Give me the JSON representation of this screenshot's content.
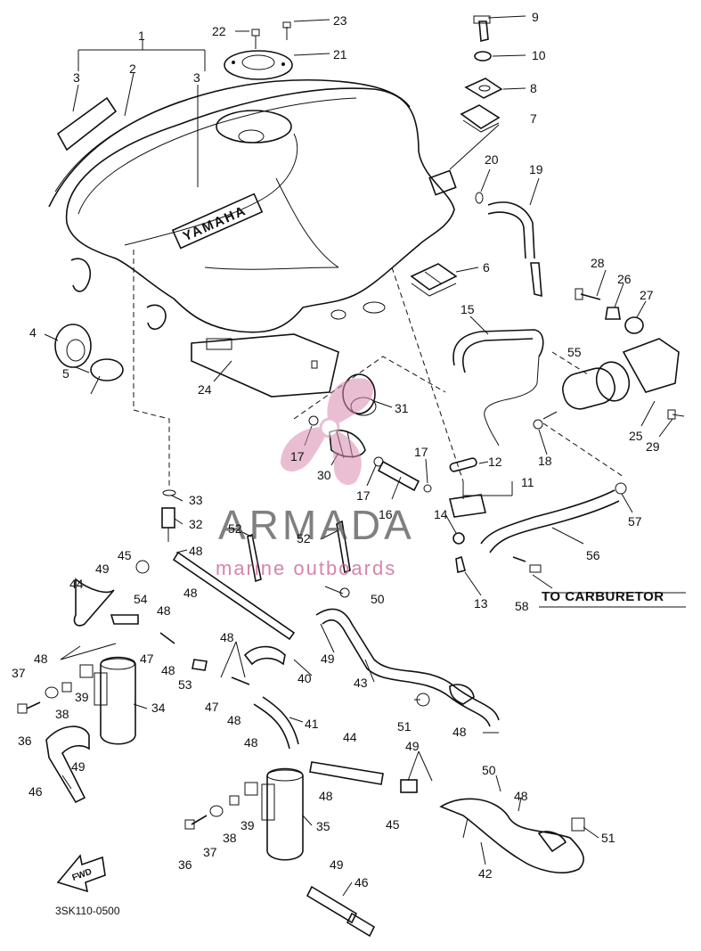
{
  "callouts": [
    {
      "id": "n1",
      "text": "1"
    },
    {
      "id": "n2",
      "text": "2"
    },
    {
      "id": "n3a",
      "text": "3"
    },
    {
      "id": "n3b",
      "text": "3"
    },
    {
      "id": "n4",
      "text": "4"
    },
    {
      "id": "n5",
      "text": "5"
    },
    {
      "id": "n6",
      "text": "6"
    },
    {
      "id": "n7",
      "text": "7"
    },
    {
      "id": "n8",
      "text": "8"
    },
    {
      "id": "n9",
      "text": "9"
    },
    {
      "id": "n10",
      "text": "10"
    },
    {
      "id": "n11",
      "text": "11"
    },
    {
      "id": "n12",
      "text": "12"
    },
    {
      "id": "n13",
      "text": "13"
    },
    {
      "id": "n14",
      "text": "14"
    },
    {
      "id": "n15",
      "text": "15"
    },
    {
      "id": "n16",
      "text": "16"
    },
    {
      "id": "n17a",
      "text": "17"
    },
    {
      "id": "n17b",
      "text": "17"
    },
    {
      "id": "n17c",
      "text": "17"
    },
    {
      "id": "n18",
      "text": "18"
    },
    {
      "id": "n19",
      "text": "19"
    },
    {
      "id": "n20",
      "text": "20"
    },
    {
      "id": "n21",
      "text": "21"
    },
    {
      "id": "n22",
      "text": "22"
    },
    {
      "id": "n23",
      "text": "23"
    },
    {
      "id": "n24",
      "text": "24"
    },
    {
      "id": "n25",
      "text": "25"
    },
    {
      "id": "n26",
      "text": "26"
    },
    {
      "id": "n27",
      "text": "27"
    },
    {
      "id": "n28",
      "text": "28"
    },
    {
      "id": "n29",
      "text": "29"
    },
    {
      "id": "n30",
      "text": "30"
    },
    {
      "id": "n31",
      "text": "31"
    },
    {
      "id": "n32",
      "text": "32"
    },
    {
      "id": "n33",
      "text": "33"
    },
    {
      "id": "n34",
      "text": "34"
    },
    {
      "id": "n35",
      "text": "35"
    },
    {
      "id": "n36a",
      "text": "36"
    },
    {
      "id": "n36b",
      "text": "36"
    },
    {
      "id": "n37a",
      "text": "37"
    },
    {
      "id": "n37b",
      "text": "37"
    },
    {
      "id": "n38a",
      "text": "38"
    },
    {
      "id": "n38b",
      "text": "38"
    },
    {
      "id": "n39a",
      "text": "39"
    },
    {
      "id": "n39b",
      "text": "39"
    },
    {
      "id": "n40",
      "text": "40"
    },
    {
      "id": "n41",
      "text": "41"
    },
    {
      "id": "n42",
      "text": "42"
    },
    {
      "id": "n43",
      "text": "43"
    },
    {
      "id": "n44a",
      "text": "44"
    },
    {
      "id": "n44b",
      "text": "44"
    },
    {
      "id": "n45a",
      "text": "45"
    },
    {
      "id": "n45b",
      "text": "45"
    },
    {
      "id": "n46a",
      "text": "46"
    },
    {
      "id": "n46b",
      "text": "46"
    },
    {
      "id": "n47a",
      "text": "47"
    },
    {
      "id": "n47b",
      "text": "47"
    },
    {
      "id": "n48a",
      "text": "48"
    },
    {
      "id": "n48b",
      "text": "48"
    },
    {
      "id": "n48c",
      "text": "48"
    },
    {
      "id": "n48d",
      "text": "48"
    },
    {
      "id": "n48e",
      "text": "48"
    },
    {
      "id": "n48f",
      "text": "48"
    },
    {
      "id": "n48g",
      "text": "48"
    },
    {
      "id": "n48h",
      "text": "48"
    },
    {
      "id": "n48i",
      "text": "48"
    },
    {
      "id": "n48j",
      "text": "48"
    },
    {
      "id": "n48k",
      "text": "48"
    },
    {
      "id": "n49a",
      "text": "49"
    },
    {
      "id": "n49b",
      "text": "49"
    },
    {
      "id": "n49c",
      "text": "49"
    },
    {
      "id": "n49d",
      "text": "49"
    },
    {
      "id": "n49e",
      "text": "49"
    },
    {
      "id": "n50a",
      "text": "50"
    },
    {
      "id": "n50b",
      "text": "50"
    },
    {
      "id": "n51a",
      "text": "51"
    },
    {
      "id": "n51b",
      "text": "51"
    },
    {
      "id": "n52a",
      "text": "52"
    },
    {
      "id": "n52b",
      "text": "52"
    },
    {
      "id": "n53",
      "text": "53"
    },
    {
      "id": "n54",
      "text": "54"
    },
    {
      "id": "n55",
      "text": "55"
    },
    {
      "id": "n56",
      "text": "56"
    },
    {
      "id": "n57",
      "text": "57"
    },
    {
      "id": "n58",
      "text": "58"
    }
  ],
  "labels": {
    "to_carburetor": "TO CARBURETOR",
    "fwd": "FWD",
    "tank_logo": "YAMAHA",
    "drawing_code": "3SK110-0500"
  },
  "watermark": {
    "brand": "ARMADA",
    "tagline": "marine outboards",
    "accent_color": "#cc6699"
  }
}
